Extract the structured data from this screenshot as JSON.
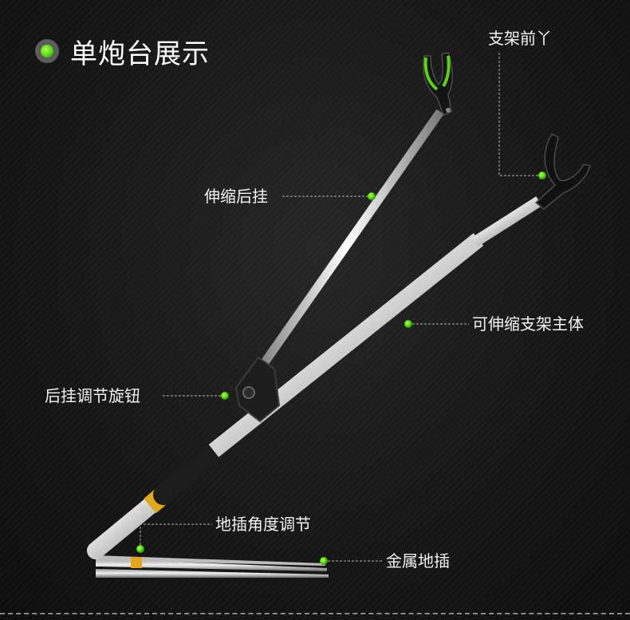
{
  "title": "单炮台展示",
  "labels": {
    "front_fork": "支架前丫",
    "rear_hook": "伸缩后挂",
    "main_body": "可伸缩支架主体",
    "knob": "后挂调节旋钮",
    "angle": "地插角度调节",
    "spike": "金属地插"
  },
  "colors": {
    "accent_green": "#5ad40e",
    "background": "#141414",
    "text": "#f2f2f2",
    "gold_band": "#e0a81c"
  }
}
